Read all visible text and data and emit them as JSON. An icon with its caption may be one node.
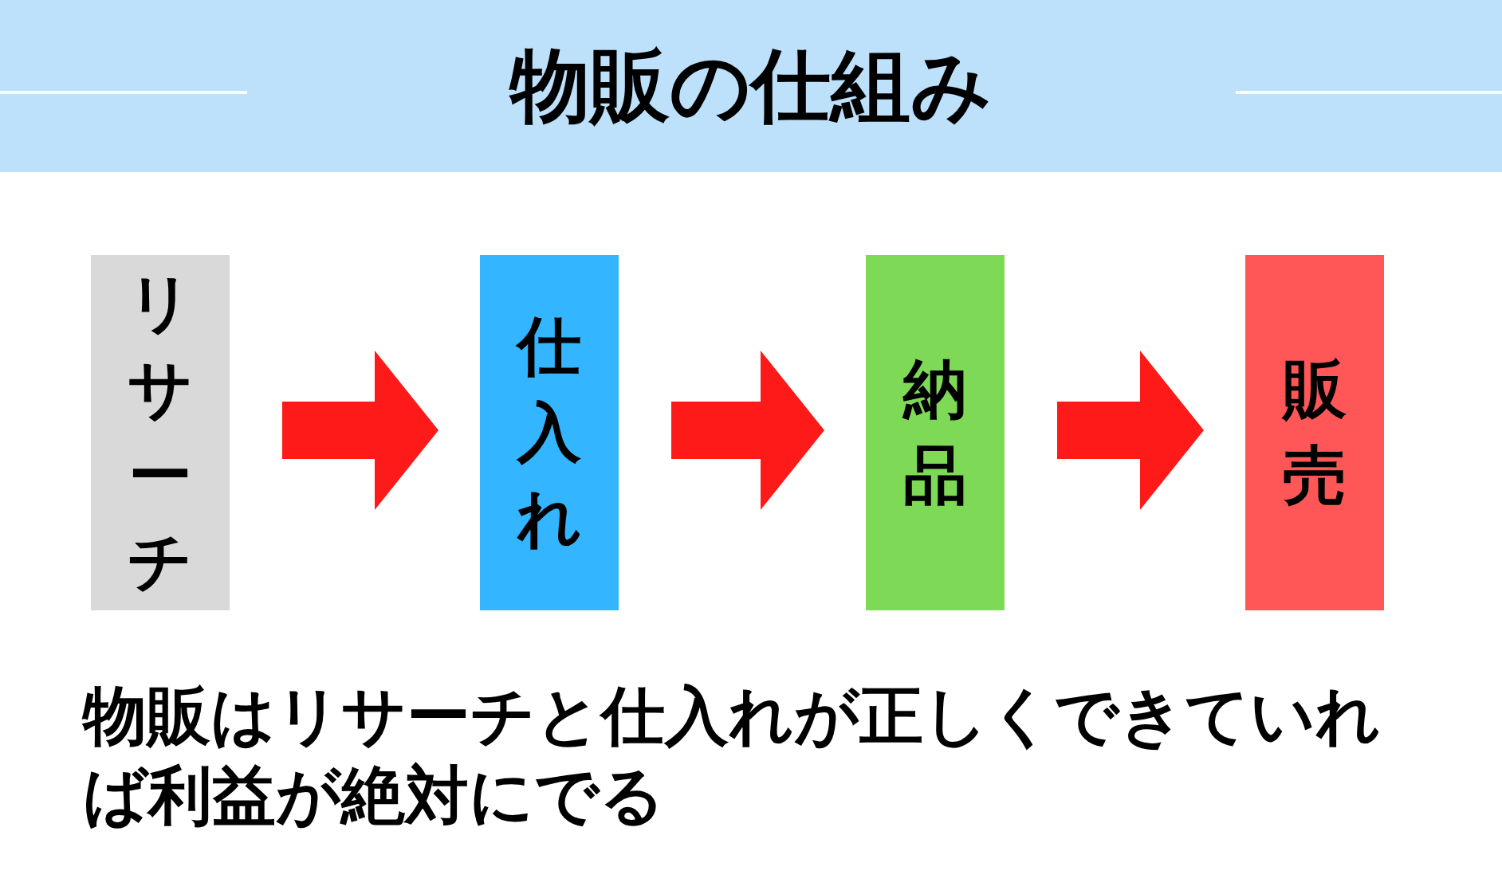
{
  "diagram": {
    "title": "物販の仕組み",
    "nodes": [
      {
        "text": [
          "リサーチ"
        ]
      },
      {
        "text": [
          "仕入れ"
        ]
      },
      {
        "text": [
          "納品"
        ]
      },
      {
        "text": [
          "販売"
        ]
      }
    ],
    "edges": [
      {
        "from": 0,
        "to": 1,
        "arrow": "to"
      },
      {
        "from": 1,
        "to": 2,
        "arrow": "to"
      },
      {
        "from": 2,
        "to": 3,
        "arrow": "to"
      }
    ],
    "caption": "物販はリサーチと仕入れが正しくできていれば利益が絶対にでる"
  }
}
